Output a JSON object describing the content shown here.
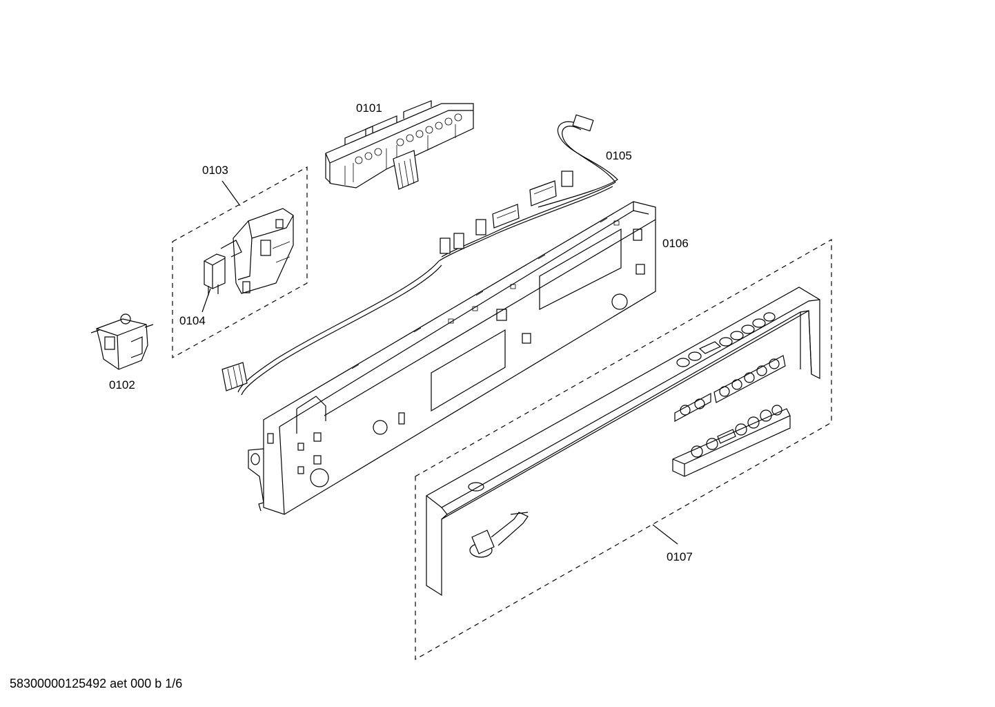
{
  "diagram": {
    "parts": [
      {
        "id": "0101",
        "label": "0101"
      },
      {
        "id": "0102",
        "label": "0102"
      },
      {
        "id": "0103",
        "label": "0103"
      },
      {
        "id": "0104",
        "label": "0104"
      },
      {
        "id": "0105",
        "label": "0105"
      },
      {
        "id": "0106",
        "label": "0106"
      },
      {
        "id": "0107",
        "label": "0107"
      }
    ]
  },
  "footer": {
    "reference": "58300000125492 aet 000 b 1/6"
  }
}
